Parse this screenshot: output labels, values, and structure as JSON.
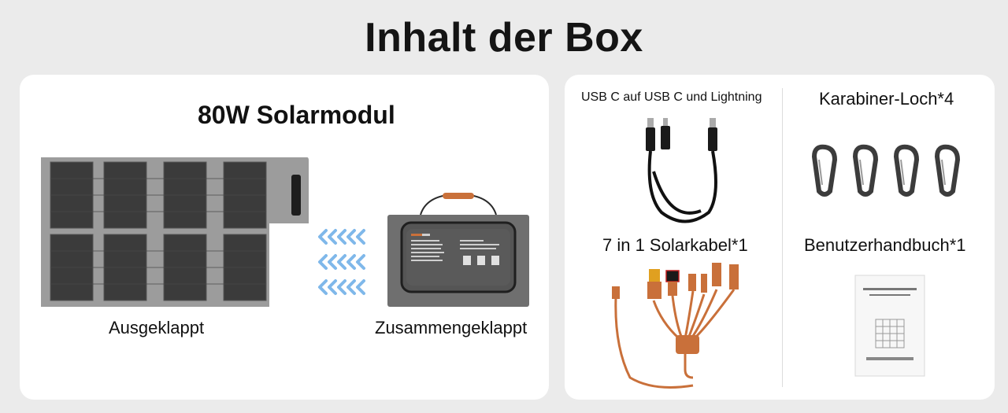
{
  "page": {
    "title": "Inhalt der Box"
  },
  "solar_panel": {
    "heading": "80W Solarmodul",
    "unfolded_label": "Ausgeklappt",
    "folded_label": "Zusammengeklappt"
  },
  "accessories": {
    "cable_usb": "USB C auf USB C und Lightning",
    "carabiner": "Karabiner-Loch*4",
    "solar_cable": "7 in 1 Solarkabel*1",
    "manual": "Benutzerhandbuch*1"
  },
  "colors": {
    "background": "#ebebeb",
    "card": "#ffffff",
    "panel_frame": "#9c9c9c",
    "cell": "#3a3a3a",
    "accent_orange": "#c9703a",
    "arrow_blue": "#7fb8ea"
  }
}
